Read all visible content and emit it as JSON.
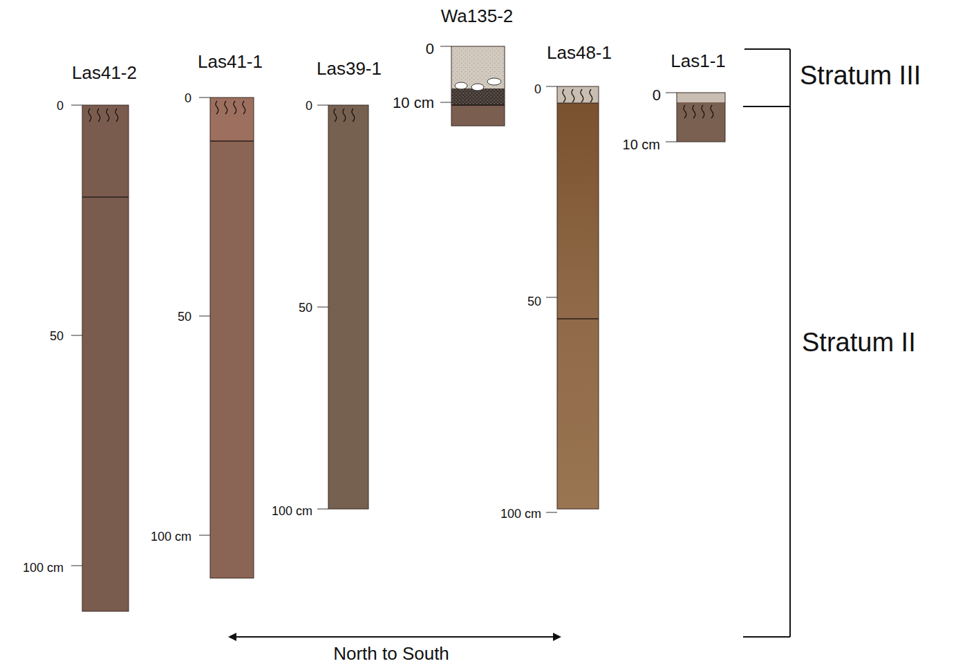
{
  "diagram": {
    "labels": [
      "Wa135-2",
      "Las41-2",
      "Las41-1",
      "Las39-1",
      "Las48-1",
      "Las1-1",
      "Stratum III",
      "Stratum II",
      "0",
      "50",
      "100 cm",
      "0",
      "50",
      "100 cm",
      "0",
      "50",
      "100 cm",
      "0",
      "10 cm",
      "0",
      "50",
      "100 cm",
      "0",
      "10 cm",
      "North to South"
    ]
  }
}
